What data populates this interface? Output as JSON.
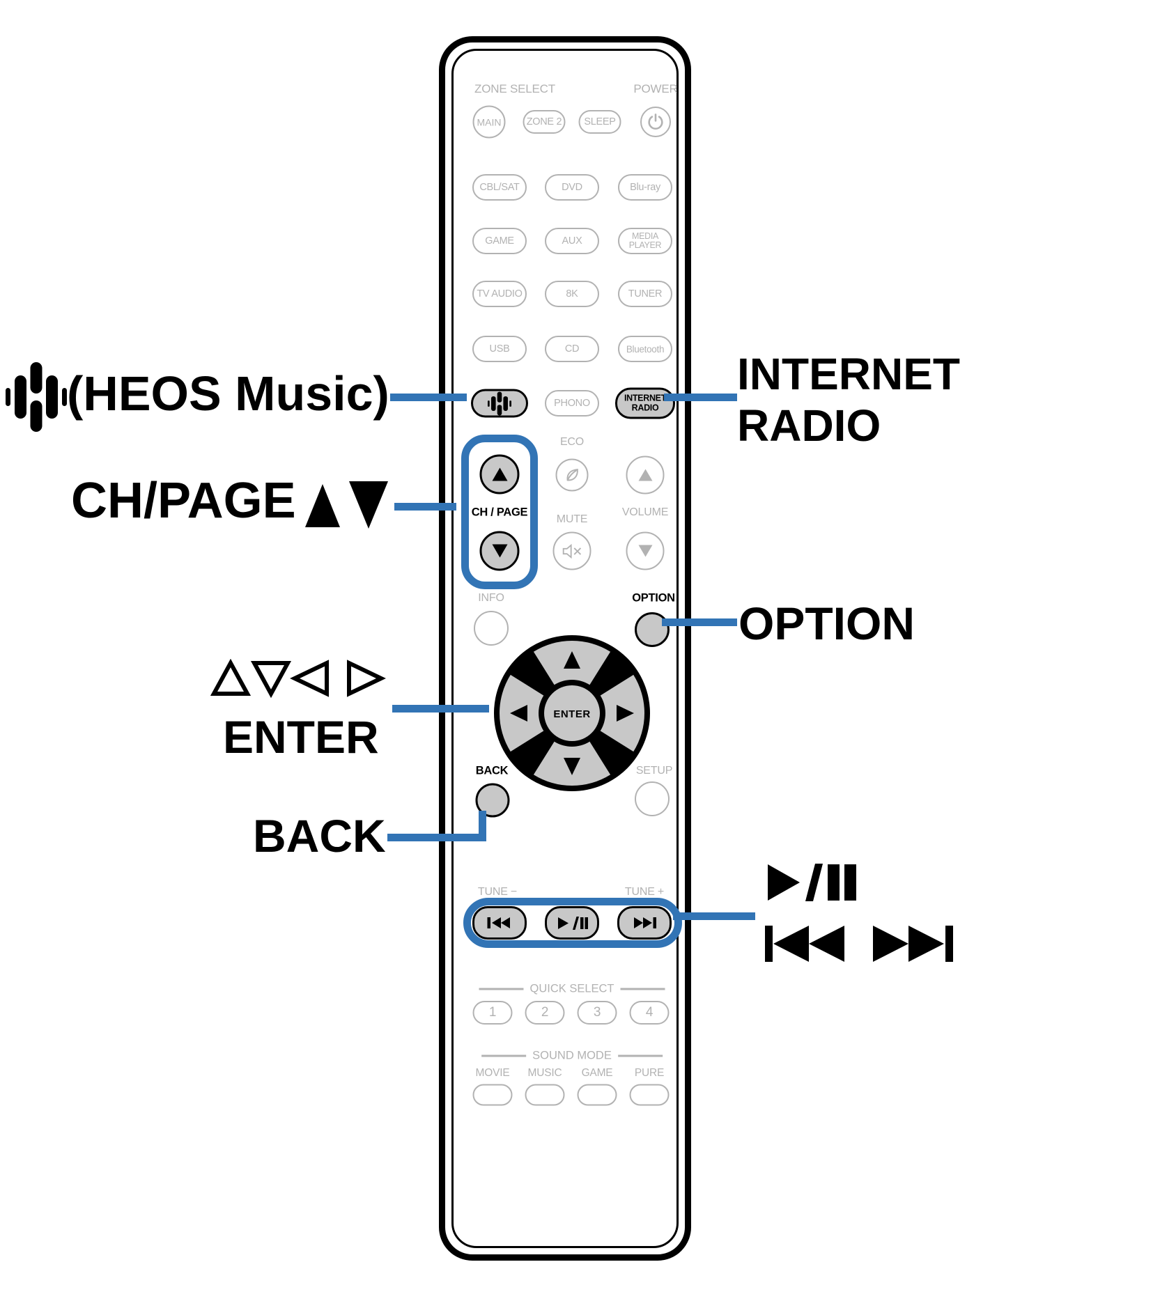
{
  "colors": {
    "accent_blue": "#3274b5",
    "button_fill_grey": "#c8c8c8",
    "outline_grey": "#b2b2b2",
    "black": "#000000"
  },
  "callouts": {
    "heos": {
      "label": "(HEOS Music)",
      "icon": "heos-logo"
    },
    "ch_page": {
      "label": "CH/PAGE",
      "icon": "up-down-solid-triangles"
    },
    "cursor": {
      "icon": "up-down-left-right-outline-triangles"
    },
    "enter": {
      "label": "ENTER"
    },
    "back": {
      "label": "BACK"
    },
    "internet_radio": {
      "label": "INTERNET RADIO"
    },
    "option": {
      "label": "OPTION"
    },
    "transport": {
      "play_pause_icon": "play-pause",
      "skip_icon": "skip-back-skip-forward"
    }
  },
  "remote": {
    "zone_select_header": "ZONE SELECT",
    "power_header": "POWER",
    "zone_buttons": [
      "MAIN",
      "ZONE 2",
      "SLEEP"
    ],
    "source_rows": [
      [
        "CBL/SAT",
        "DVD",
        "Blu-ray"
      ],
      [
        "GAME",
        "AUX",
        "MEDIA PLAYER"
      ],
      [
        "TV AUDIO",
        "8K",
        "TUNER"
      ],
      [
        "USB",
        "CD",
        "Bluetooth"
      ]
    ],
    "phono_button": "PHONO",
    "internet_radio_button": "INTERNET RADIO",
    "eco_label": "ECO",
    "mute_label": "MUTE",
    "volume_label": "VOLUME",
    "ch_page_label": "CH / PAGE",
    "info_label": "INFO",
    "option_label": "OPTION",
    "enter_label": "ENTER",
    "back_label": "BACK",
    "setup_label": "SETUP",
    "tune_minus_label": "TUNE −",
    "tune_plus_label": "TUNE +",
    "quick_select": {
      "header": "QUICK SELECT",
      "buttons": [
        "1",
        "2",
        "3",
        "4"
      ]
    },
    "sound_mode": {
      "header": "SOUND MODE",
      "labels": [
        "MOVIE",
        "MUSIC",
        "GAME",
        "PURE"
      ]
    }
  }
}
